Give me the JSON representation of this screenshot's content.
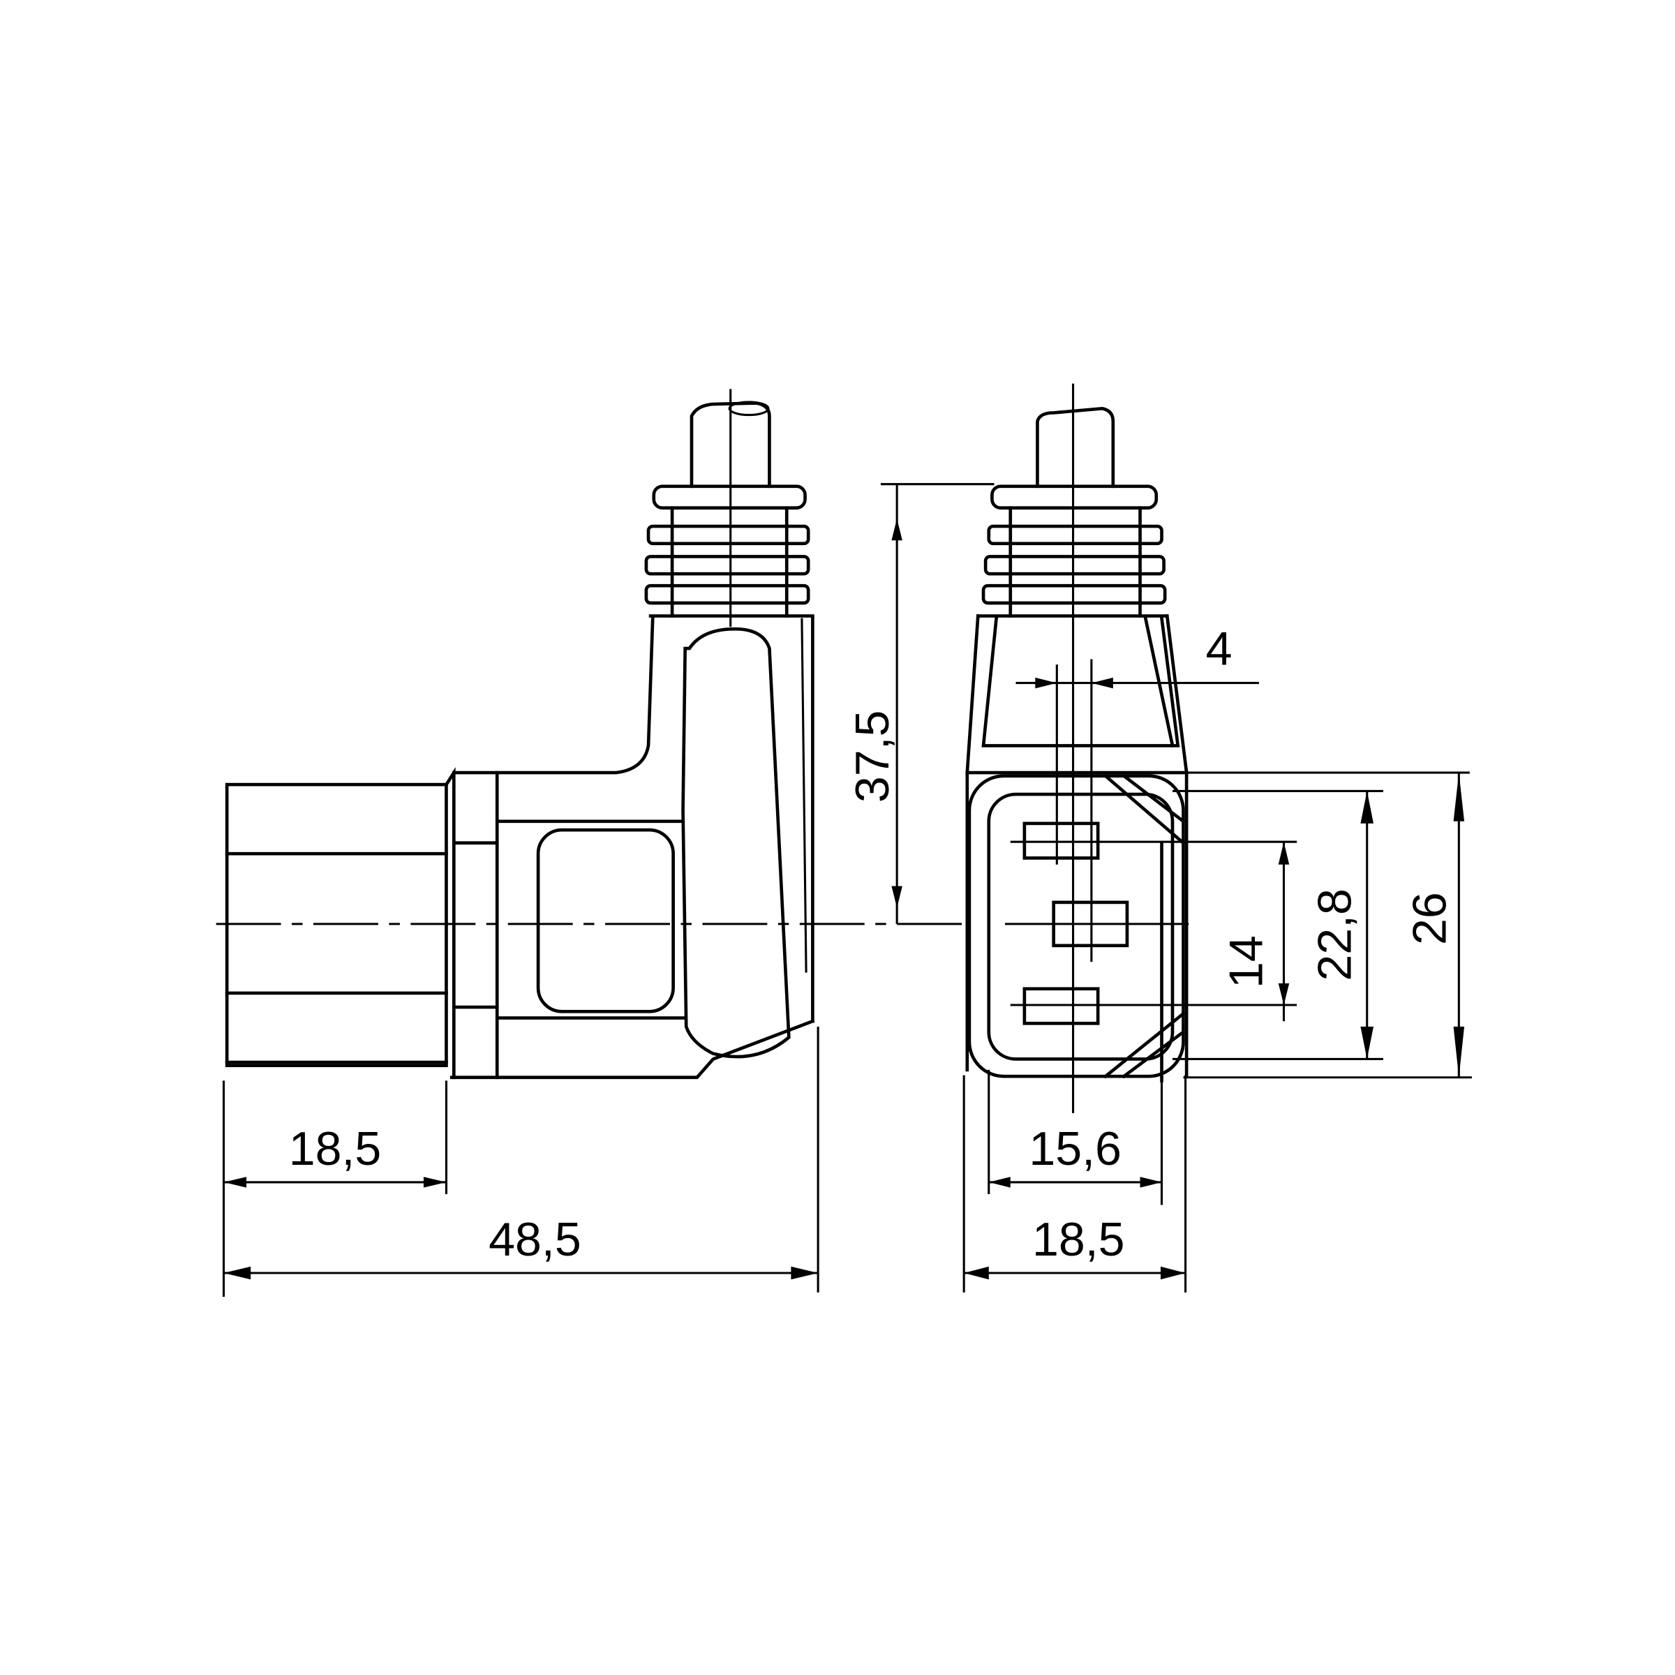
{
  "drawing": {
    "title": "Angled IEC C13 connector dimensional drawing",
    "units": "mm",
    "line_color": "#000000",
    "background": "#ffffff",
    "side_view": {
      "dimensions": {
        "plug_length": "18,5",
        "overall_length": "48,5",
        "height_to_axis": "37,5"
      }
    },
    "front_view": {
      "dimensions": {
        "pin_width": "4",
        "pin_spacing": "14",
        "inner_height": "22,8",
        "outer_height": "26",
        "inner_width": "15,6",
        "outer_width": "18,5"
      }
    }
  }
}
